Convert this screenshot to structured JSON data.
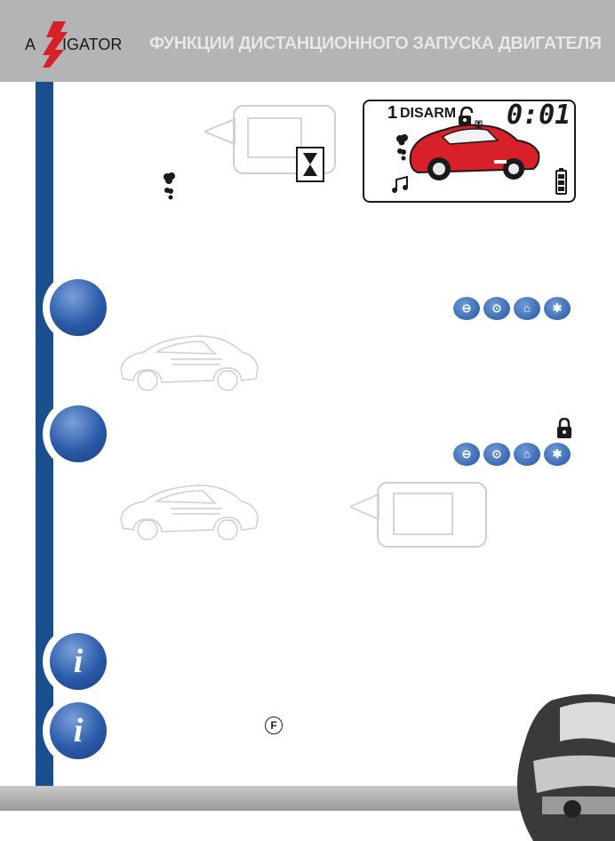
{
  "header": {
    "logo_a": "A",
    "logo_rest": "IGATOR",
    "title": "ФУНКЦИИ ДИСТАНЦИОННОГО ЗАПУСКА ДВИГАТЕЛЯ"
  },
  "lcd": {
    "status": "DISARM",
    "time": "0:01",
    "channel": "1"
  },
  "steps": [
    {
      "icon": "blue-step-circle"
    },
    {
      "icon": "blue-step-circle"
    }
  ],
  "info": [
    {
      "glyph": "i"
    },
    {
      "glyph": "i"
    }
  ],
  "buttons": {
    "f_button": "F",
    "star": "✱"
  },
  "colors": {
    "header_gray": "#b4b4b4",
    "side_bar_blue": "#1a4e8c",
    "car_red": "#d8202a",
    "step_blue": "#2a5aa8"
  }
}
